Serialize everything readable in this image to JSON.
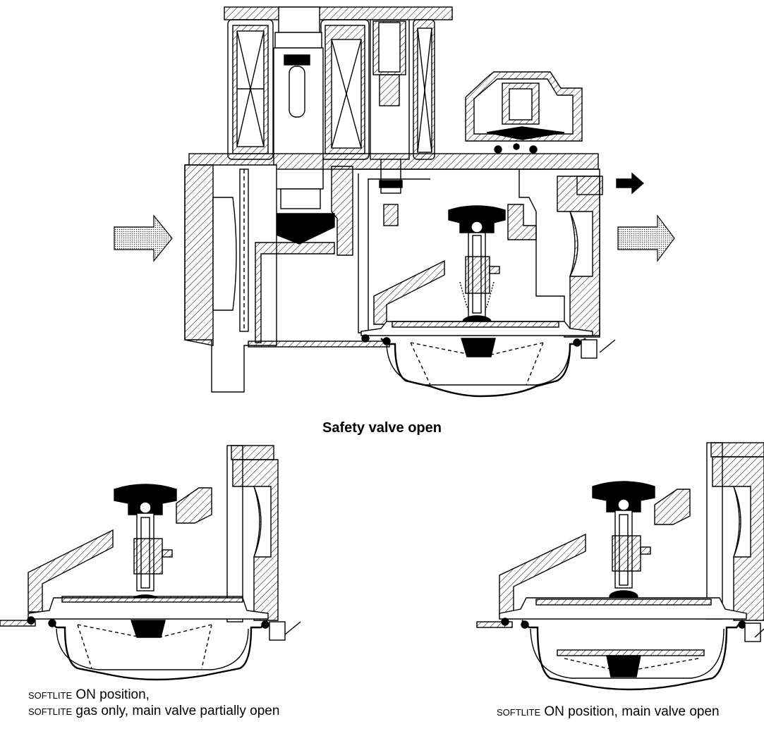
{
  "figure": {
    "main_caption": "Safety valve open",
    "left_caption": {
      "line1_brand": "SOFTLITE",
      "line1_text": "ON position,",
      "line2_brand": "SOFTLITE",
      "line2_text": "gas only, main valve partially open"
    },
    "right_caption": {
      "brand": "SOFTLITE",
      "text": "ON position, main valve open"
    }
  }
}
